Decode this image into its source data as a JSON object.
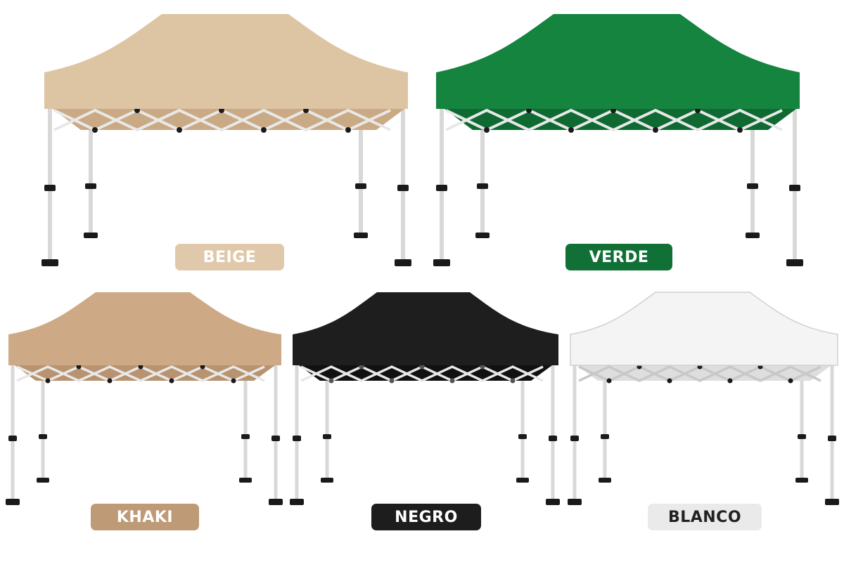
{
  "tents": [
    {
      "id": "beige",
      "label": "BEIGE",
      "canopy": "#ddc4a3",
      "shade": "#caa985",
      "label_bg": "#e0c9aa",
      "label_fg": "#ffffff"
    },
    {
      "id": "verde",
      "label": "VERDE",
      "canopy": "#14843f",
      "shade": "#0f6a32",
      "label_bg": "#117036",
      "label_fg": "#ffffff"
    },
    {
      "id": "khaki",
      "label": "KHAKI",
      "canopy": "#cda985",
      "shade": "#b8936f",
      "label_bg": "#be9a76",
      "label_fg": "#ffffff"
    },
    {
      "id": "negro",
      "label": "NEGRO",
      "canopy": "#1e1e1e",
      "shade": "#111111",
      "label_bg": "#1d1d1d",
      "label_fg": "#ffffff"
    },
    {
      "id": "blanco",
      "label": "BLANCO",
      "canopy": "#f4f4f4",
      "shade": "#dedede",
      "label_bg": "#eaeaea",
      "label_fg": "#222222"
    }
  ]
}
